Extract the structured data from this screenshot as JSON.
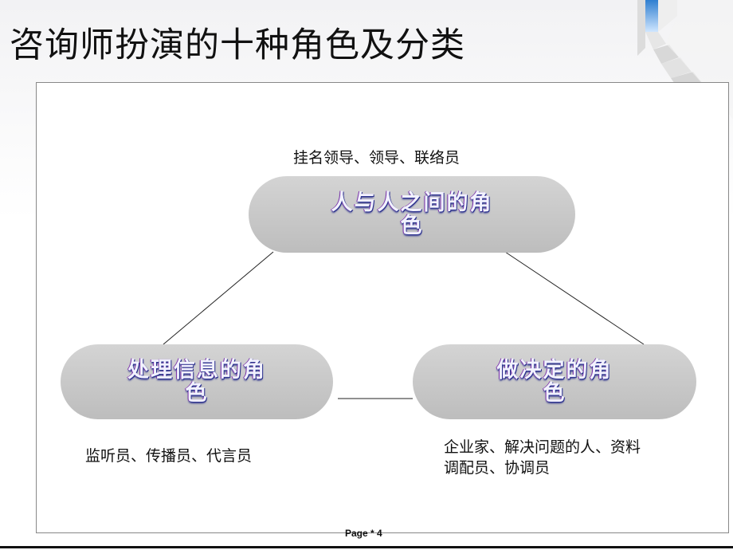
{
  "slide": {
    "title": "咨询师扮演的十种角色及分类",
    "page_label": "Page * 4"
  },
  "diagram": {
    "nodes": [
      {
        "id": "interpersonal",
        "label_line1": "人与人之间的角",
        "label_line2": "色",
        "caption_lines": [
          "挂名领导、领导、联络员"
        ]
      },
      {
        "id": "information",
        "label_line1": "处理信息的角",
        "label_line2": "色",
        "caption_lines": [
          "监听员、传播员、代言员"
        ]
      },
      {
        "id": "decision",
        "label_line1": "做决定的角",
        "label_line2": "色",
        "caption_lines": [
          "企业家、解决问题的人、资料",
          "调配员、协调员"
        ]
      }
    ],
    "edges": [
      {
        "from": "interpersonal",
        "to": "information"
      },
      {
        "from": "interpersonal",
        "to": "decision"
      },
      {
        "from": "information",
        "to": "decision"
      }
    ]
  },
  "colors": {
    "pill_fill": "#c8c8c8",
    "pill_text": "#f2f2ff",
    "pill_text_outline": "#2a2f8c"
  }
}
